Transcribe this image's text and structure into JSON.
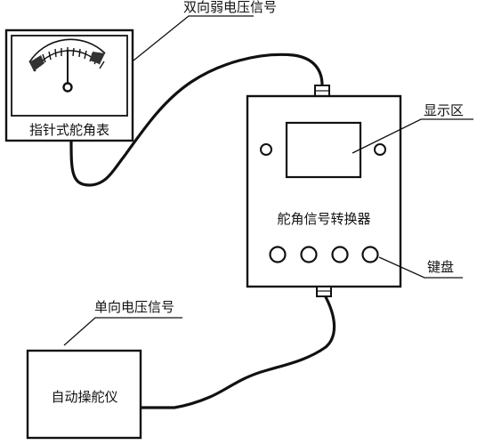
{
  "labels": {
    "bidirectional_signal": "双向弱电压信号",
    "meter_name": "指针式舵角表",
    "display_area": "显示区",
    "converter_name": "舵角信号转换器",
    "keyboard": "键盘",
    "unidirectional_signal": "单向电压信号",
    "autopilot": "自动操舵仪"
  },
  "components": {
    "meter": {
      "label": "指针式舵角表",
      "has_pointer": true,
      "has_scale_arc": true
    },
    "converter": {
      "label": "舵角信号转换器",
      "buttons": 4,
      "indicator_lights": 2,
      "display": true
    },
    "autopilot": {
      "label": "自动操舵仪"
    }
  },
  "connections": [
    {
      "from": "meter",
      "to": "converter",
      "label": "双向弱电压信号"
    },
    {
      "from": "converter",
      "to": "autopilot",
      "label": "单向电压信号"
    }
  ],
  "colors": {
    "line": "#111111",
    "background": "#ffffff"
  }
}
